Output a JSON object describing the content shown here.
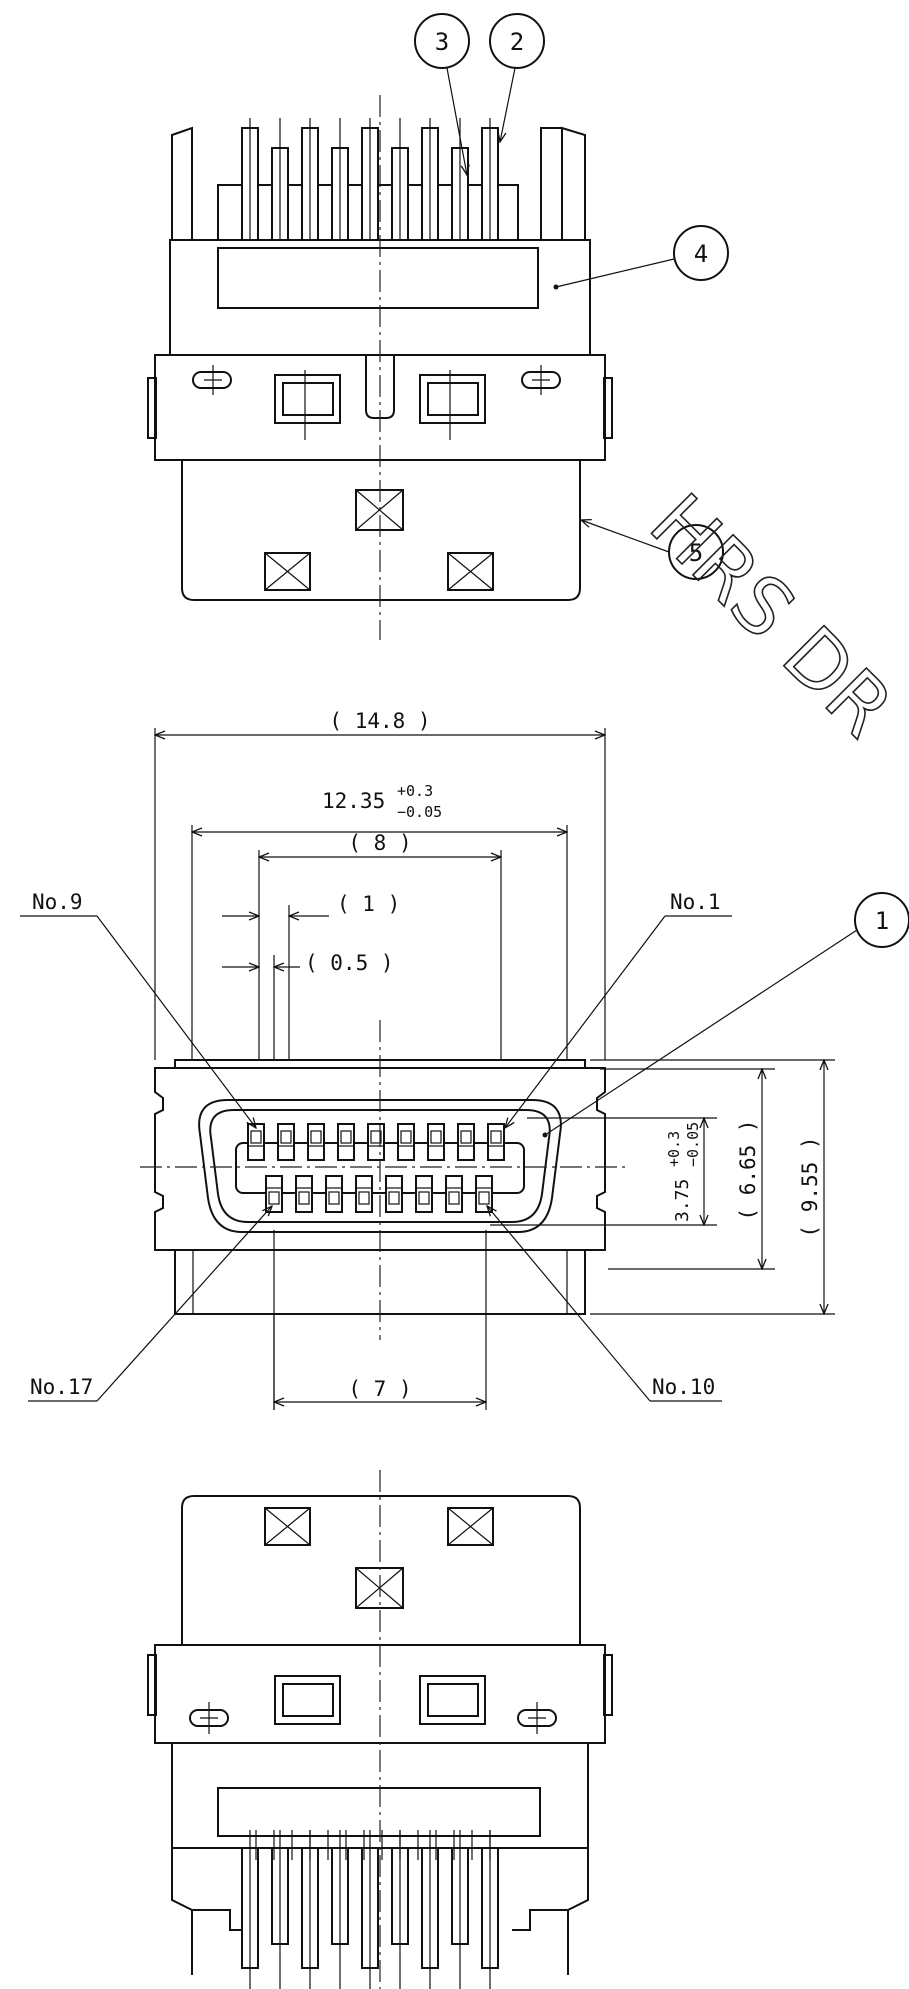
{
  "callouts": [
    "1",
    "2",
    "3",
    "4",
    "5"
  ],
  "pin_labels": {
    "no9": "No.9",
    "no1": "No.1",
    "no17": "No.17",
    "no10": "No.10"
  },
  "dimensions": {
    "overall_width": "( 14.8 )",
    "body_width": "12.35",
    "body_width_tol_plus": "+0.3",
    "body_width_tol_minus": "−0.05",
    "top_row_span": "( 8 )",
    "pitch": "( 1 )",
    "half_pitch": "( 0.5 )",
    "bottom_row_span": "( 7 )",
    "row_height": "3.75",
    "row_height_tol_plus": "+0.3",
    "row_height_tol_minus": "−0.05",
    "shell_height": "( 6.65 )",
    "overall_height": "( 9.55 )"
  },
  "watermark": "HRS DR"
}
